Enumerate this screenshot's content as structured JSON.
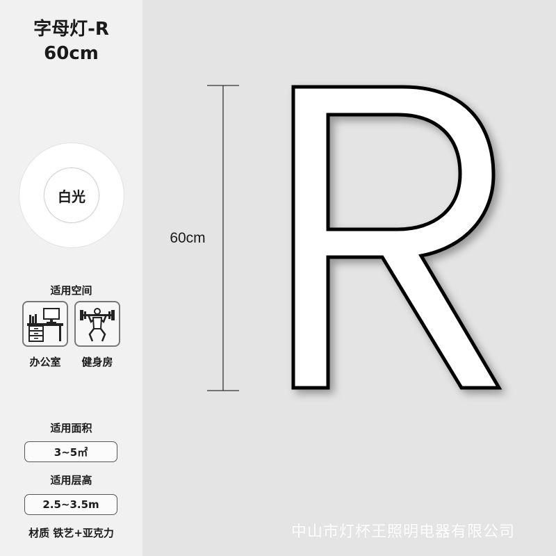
{
  "product": {
    "title": "字母灯-R",
    "size": "60cm"
  },
  "light": {
    "color_label": "白光"
  },
  "spaces": {
    "heading": "适用空间",
    "items": [
      {
        "label": "办公室",
        "icon": "office-desk-icon"
      },
      {
        "label": "健身房",
        "icon": "gym-weightlifter-icon"
      }
    ]
  },
  "area": {
    "heading": "适用面积",
    "value": "3~5㎡"
  },
  "height": {
    "heading": "适用层高",
    "value": "2.5~3.5m"
  },
  "material": "材质 铁艺+亚克力",
  "dimension": {
    "label": "60cm"
  },
  "letter": {
    "glyph": "R",
    "fill": "#ffffff",
    "outline": "#000000"
  },
  "watermark": "中山市灯杯王照明电器有限公司",
  "colors": {
    "sidebar_bg": "#f1f1f1",
    "main_bg": "#e4e4e4",
    "text": "#1a1a1a"
  }
}
